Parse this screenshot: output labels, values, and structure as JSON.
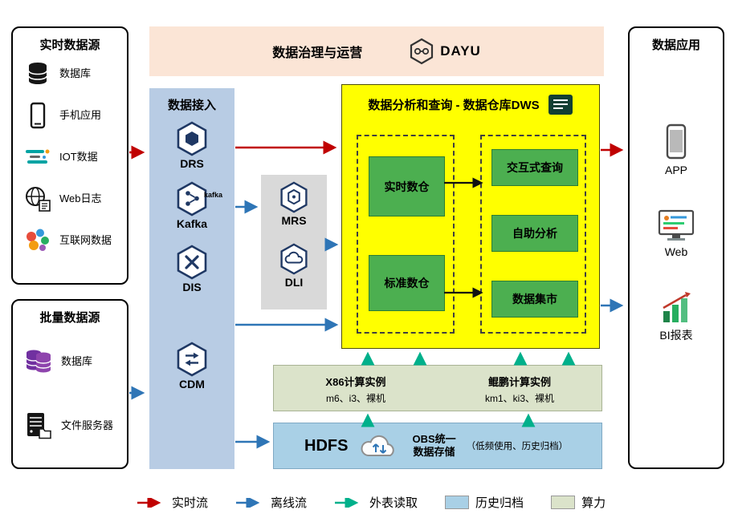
{
  "governance": {
    "title": "数据治理与运营",
    "logo": "DAYU"
  },
  "realtime_sources": {
    "title": "实时数据源",
    "items": [
      {
        "label": "数据库",
        "icon": "database-icon"
      },
      {
        "label": "手机应用",
        "icon": "phone-icon"
      },
      {
        "label": "IOT数据",
        "icon": "iot-icon"
      },
      {
        "label": "Web日志",
        "icon": "web-log-icon"
      },
      {
        "label": "互联网数据",
        "icon": "internet-data-icon"
      }
    ]
  },
  "batch_sources": {
    "title": "批量数据源",
    "items": [
      {
        "label": "数据库",
        "icon": "purple-database-icon"
      },
      {
        "label": "文件服务器",
        "icon": "file-server-icon"
      }
    ]
  },
  "ingestion": {
    "title": "数据接入",
    "items": [
      {
        "label": "DRS",
        "icon": "drs-hexagon-icon"
      },
      {
        "label": "Kafka",
        "logo": "kafka",
        "icon": "kafka-hexagon-icon"
      },
      {
        "label": "DIS",
        "icon": "dis-hexagon-icon"
      },
      {
        "label": "CDM",
        "icon": "cdm-hexagon-icon"
      }
    ]
  },
  "processing": {
    "items": [
      {
        "label": "MRS",
        "icon": "mrs-hexagon-icon"
      },
      {
        "label": "DLI",
        "icon": "dli-hexagon-icon"
      }
    ]
  },
  "dws": {
    "title": "数据分析和查询 - 数据仓库DWS",
    "warehouses": [
      {
        "label": "实时数仓"
      },
      {
        "label": "标准数仓"
      }
    ],
    "services": [
      {
        "label": "交互式查询"
      },
      {
        "label": "自助分析"
      },
      {
        "label": "数据集市"
      }
    ]
  },
  "compute": {
    "instances": [
      {
        "title": "X86计算实例",
        "spec": "m6、i3、裸机"
      },
      {
        "title": "鲲鹏计算实例",
        "spec": "km1、ki3、裸机"
      }
    ]
  },
  "storage": {
    "hdfs": "HDFS",
    "obs_line1": "OBS统一",
    "obs_line2": "数据存储",
    "obs_note": "（低频使用、历史归档）"
  },
  "applications": {
    "title": "数据应用",
    "items": [
      {
        "label": "APP",
        "icon": "app-phone-icon"
      },
      {
        "label": "Web",
        "icon": "web-monitor-icon"
      },
      {
        "label": "BI报表",
        "icon": "bi-chart-icon"
      }
    ]
  },
  "legend": {
    "flows": [
      {
        "label": "实时流",
        "color": "#c00000"
      },
      {
        "label": "离线流",
        "color": "#2e75b6"
      },
      {
        "label": "外表读取",
        "color": "#00b08b"
      }
    ],
    "boxes": [
      {
        "label": "历史归档",
        "color": "#a9d0e6"
      },
      {
        "label": "算力",
        "color": "#dbe3ca"
      }
    ]
  },
  "colors": {
    "governance_bg": "#fbe5d6",
    "ingestion_bg": "#b8cce4",
    "processing_bg": "#d9d9d9",
    "dws_bg": "#ffff00",
    "warehouse_green": "#4caf50",
    "compute_bg": "#dbe3ca",
    "storage_bg": "#a9d0e6",
    "realtime_flow": "#c00000",
    "offline_flow": "#2e75b6",
    "external_read": "#00b08b"
  }
}
